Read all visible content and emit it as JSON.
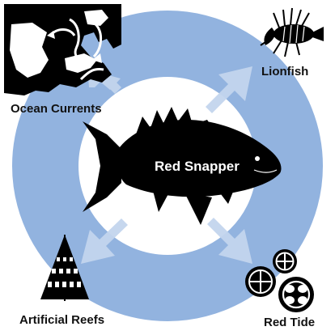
{
  "diagram": {
    "center": {
      "label": "Red Snapper",
      "icon": "red-snapper-fish-icon"
    },
    "factors": [
      {
        "label": "Ocean Currents",
        "icon": "ocean-currents-map-icon"
      },
      {
        "label": "Lionfish",
        "icon": "lionfish-icon"
      },
      {
        "label": "Artificial Reefs",
        "icon": "artificial-reef-icon"
      },
      {
        "label": "Red Tide",
        "icon": "red-tide-algae-icon"
      }
    ],
    "colors": {
      "ring": "#92b3df",
      "arrow": "#c3d5ed",
      "silhouette": "#000000",
      "label_text": "#111111",
      "center_text": "#ffffff"
    }
  }
}
